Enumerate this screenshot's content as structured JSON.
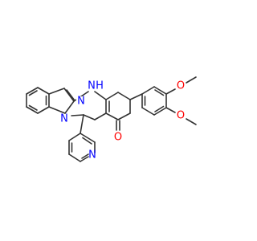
{
  "atom_labels": {
    "n_imidazole_top": "N",
    "nh_label": "N",
    "nh_h": "H",
    "n_bridge": "N",
    "n_pyridine": "N",
    "o_ketone": "O",
    "o_methoxy_top": "O",
    "o_methoxy_bottom": "O"
  },
  "colors": {
    "bond": "#333333",
    "nitrogen": "#0000ff",
    "oxygen": "#ff0000",
    "background": "#ffffff"
  }
}
